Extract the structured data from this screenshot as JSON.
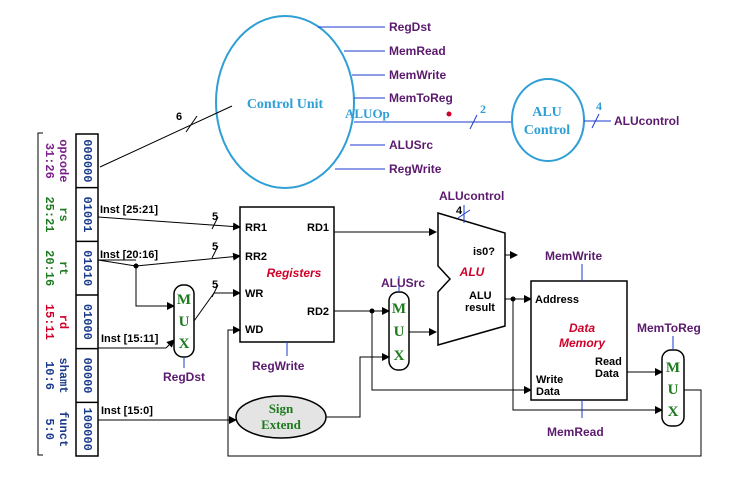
{
  "control_unit": {
    "title": "Control Unit",
    "outputs": [
      "RegDst",
      "MemRead",
      "MemWrite",
      "MemToReg",
      "ALUSrc",
      "RegWrite"
    ],
    "aluop_label": "ALUOp",
    "opcode_width": "6",
    "aluop_width": "2"
  },
  "alu_control": {
    "title_line1": "ALU",
    "title_line2": "Control",
    "out_width": "4",
    "out_label": "ALUcontrol"
  },
  "instruction": {
    "fields": [
      {
        "name": "opcode",
        "bits": "31:26",
        "code": "000000",
        "color": "#7b1f8a"
      },
      {
        "name": "rs",
        "bits": "25:21",
        "code": "01001",
        "color": "#1e7a1e"
      },
      {
        "name": "rt",
        "bits": "20:16",
        "code": "01010",
        "color": "#1e7a1e"
      },
      {
        "name": "rd",
        "bits": "15:11",
        "code": "01000",
        "color": "#d0002a"
      },
      {
        "name": "shamt",
        "bits": "10:6",
        "code": "00000",
        "color": "#1a3a8a"
      },
      {
        "name": "funct",
        "bits": "5:0",
        "code": "100000",
        "color": "#1a3a8a"
      }
    ],
    "wires": {
      "inst_25_21": "Inst [25:21]",
      "inst_20_16": "Inst [20:16]",
      "inst_15_11": "Inst [15:11]",
      "inst_15_0": "Inst [15:0]"
    },
    "bus_width": "5"
  },
  "registers": {
    "title": "Registers",
    "ports": {
      "rr1": "RR1",
      "rr2": "RR2",
      "wr": "WR",
      "wd": "WD",
      "rd1": "RD1",
      "rd2": "RD2"
    },
    "control": "RegWrite"
  },
  "mux_regdst": {
    "letters": [
      "M",
      "U",
      "X"
    ],
    "control": "RegDst"
  },
  "mux_alusrc": {
    "letters": [
      "M",
      "U",
      "X"
    ],
    "control": "ALUSrc"
  },
  "mux_memtoreg": {
    "letters": [
      "M",
      "U",
      "X"
    ],
    "control": "MemToReg"
  },
  "alu": {
    "title": "ALU",
    "control": "ALUcontrol",
    "control_width": "4",
    "zero": "is0?",
    "result_line1": "ALU",
    "result_line2": "result"
  },
  "data_memory": {
    "title_line1": "Data",
    "title_line2": "Memory",
    "address": "Address",
    "write_line1": "Write",
    "write_line2": "Data",
    "read_line1": "Read",
    "read_line2": "Data",
    "write_control": "MemWrite",
    "read_control": "MemRead"
  },
  "sign_extend": {
    "line1": "Sign",
    "line2": "Extend"
  }
}
